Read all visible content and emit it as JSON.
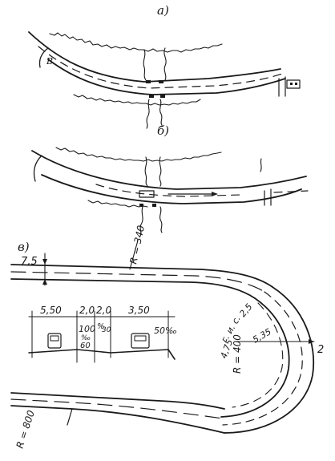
{
  "panels": {
    "a": {
      "label": "а)"
    },
    "b": {
      "label": "б)"
    },
    "c": {
      "label": "в)"
    }
  },
  "panel_a": {
    "road_letter": "В"
  },
  "panel_c": {
    "radius_outer_top": "R = 340",
    "radius_inner": "R = 400",
    "radius_bottom": "R = 800",
    "offset_left": "7,5",
    "section_dims": [
      "5,50",
      "2,0",
      "2,0",
      "3,50"
    ],
    "slope_left": "100",
    "slope_left_unit": "‰",
    "slope_left_val": "60",
    "slope_mid": "%",
    "slope_mid_val": "30",
    "slope_right": "50‰",
    "arc_text_1": "г. и. с.",
    "arc_text_2": "2,5",
    "arc_dim_1": "5,35",
    "arc_dim_2": "4,75",
    "right_dim": "2"
  }
}
